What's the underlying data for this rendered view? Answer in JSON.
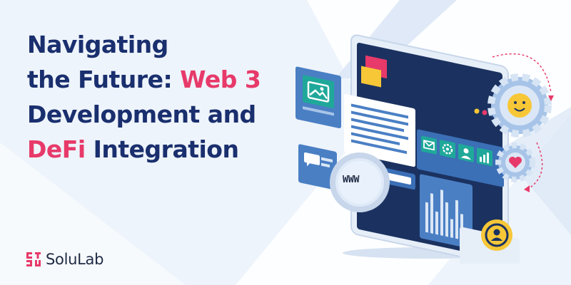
{
  "headline": {
    "line1": "Navigating",
    "line2_plain": "the Future: ",
    "line2_accent": "Web 3",
    "line3": "Development and",
    "line4_accent": "DeFi",
    "line4_plain": " Integration"
  },
  "brand": {
    "name": "SoluLab"
  },
  "illustration": {
    "magnifier_text": "WWW"
  },
  "colors": {
    "navy": "#1a2f6e",
    "accent_pink": "#e73a6a",
    "screen_dark": "#1b3260",
    "panel_blue": "#4a7fc4",
    "teal": "#1fa89a",
    "yellow": "#f7c737",
    "background": "#eef4fb"
  },
  "icons": [
    "image-icon",
    "mail-icon",
    "gear-icon",
    "user-icon",
    "bar-chart-icon",
    "chat-bubble-icon",
    "heart-icon",
    "smiley-icon",
    "user-sync-icon",
    "magnifier-icon"
  ]
}
